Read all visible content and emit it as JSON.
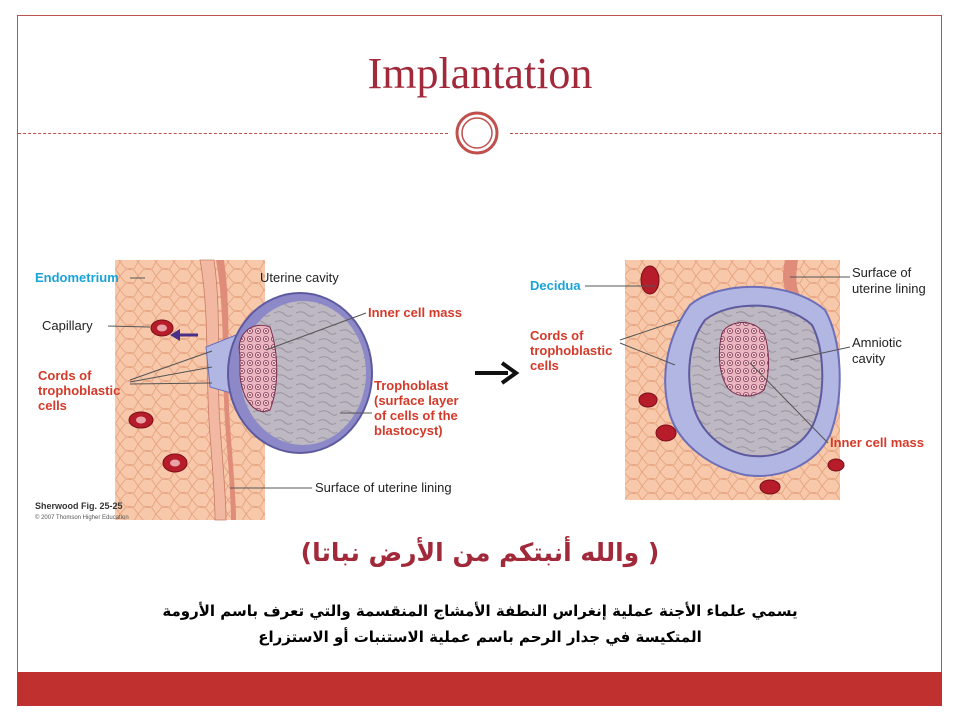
{
  "slide": {
    "title": "Implantation",
    "arabic_heading": "( والله أنبتكم من الأرض نباتا)",
    "arabic_body_line1": "يسمي علماء الأجنة عملية إنغراس النطفة الأمشاج المنقسمة والتي تعرف باسم الأرومة",
    "arabic_body_line2": "المتكيسة في جدار الرحم باسم عملية الاستنبات أو الاستزراع"
  },
  "figure": {
    "left": {
      "endometrium": "Endometrium",
      "uterine_cavity": "Uterine cavity",
      "capillary": "Capillary",
      "inner_cell_mass": "Inner cell mass",
      "cords_1": "Cords of",
      "cords_2": "trophoblastic",
      "cords_3": "cells",
      "tropho_1": "Trophoblast",
      "tropho_2": "(surface layer",
      "tropho_3": "of cells of the",
      "tropho_4": "blastocyst)",
      "surface": "Surface of uterine lining",
      "credit": "Sherwood Fig. 25-25",
      "copyright": "© 2007 Thomson Higher Education"
    },
    "right": {
      "decidua": "Decidua",
      "surface_1": "Surface of",
      "surface_2": "uterine lining",
      "cords_1": "Cords of",
      "cords_2": "trophoblastic",
      "cords_3": "cells",
      "amniotic_1": "Amniotic",
      "amniotic_2": "cavity",
      "inner_cell_mass": "Inner cell mass"
    }
  },
  "colors": {
    "accent": "#a1293a",
    "frame": "#c0504d",
    "footer": "#c0302e",
    "label_cyan": "#1aa3d9",
    "label_red": "#d43a2a"
  }
}
